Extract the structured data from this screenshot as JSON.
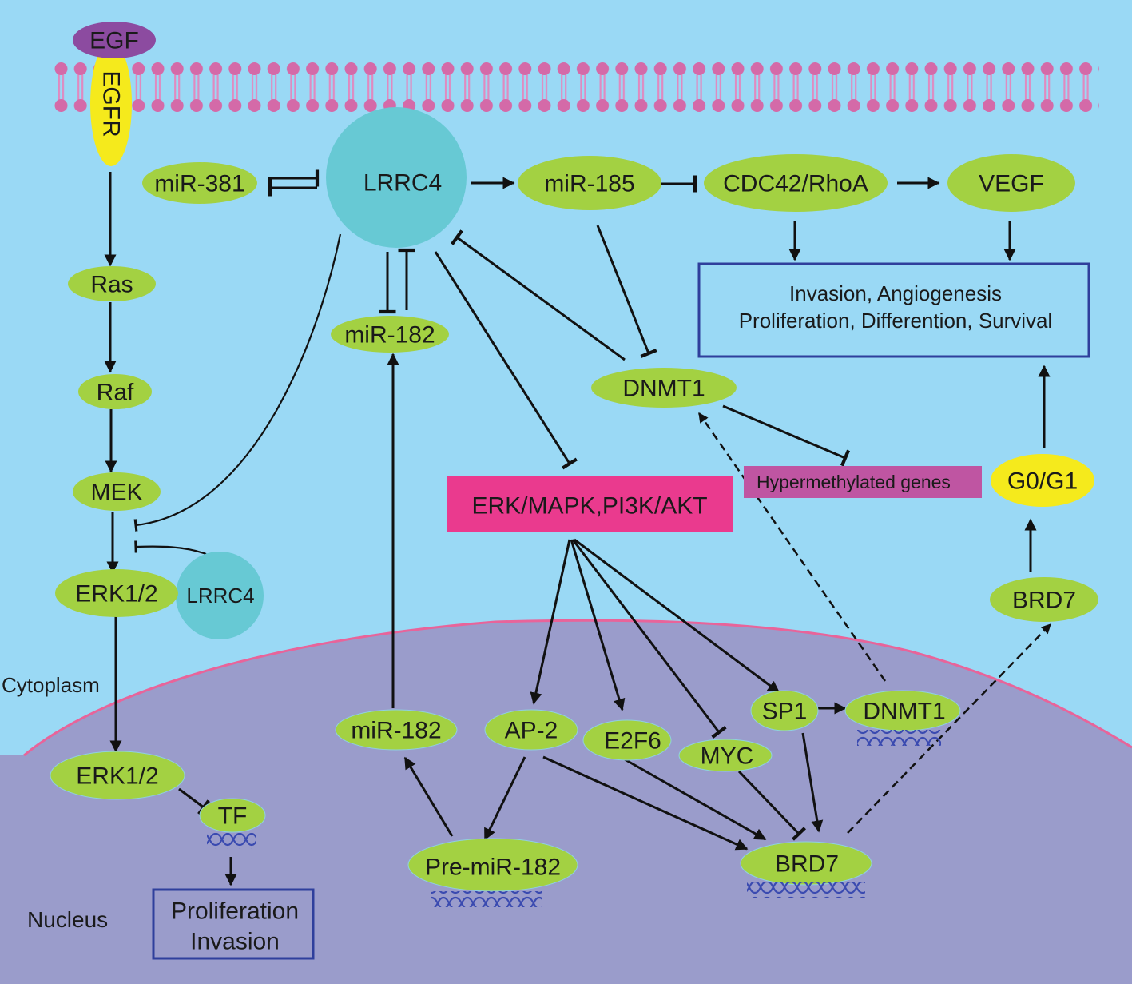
{
  "diagram": {
    "colors": {
      "cytoplasm": "#9ad9f5",
      "nucleus": "#9a9ccb",
      "nuclear_envelope": "#e8649a",
      "membrane_lipid": "#d46aa8",
      "green_node": "#a3d142",
      "teal_node": "#67c9d4",
      "egf": "#8c4ba0",
      "yellow_node": "#f5ea1c",
      "pathway_box": "#ea3a8e",
      "hyper_box": "#bf55a2",
      "outcome_border": "#2f3f9c",
      "dna": "#3a4ab0",
      "edge": "#111111"
    },
    "regions": {
      "cytoplasm": "Cytoplasm",
      "nucleus": "Nucleus"
    },
    "nodes": {
      "egf": "EGF",
      "egfr": "EGFR",
      "ras": "Ras",
      "raf": "Raf",
      "mek": "MEK",
      "erk_cyto": "ERK1/2",
      "lrrc4_small": "LRRC4",
      "erk_nuc": "ERK1/2",
      "tf": "TF",
      "mir381": "miR-381",
      "lrrc4_main": "LRRC4",
      "mir185": "miR-185",
      "cdc42": "CDC42/RhoA",
      "vegf": "VEGF",
      "mir182_cyto": "miR-182",
      "dnmt1_cyto": "DNMT1",
      "erk_mapk": "ERK/MAPK,PI3K/AKT",
      "hyper": "Hypermethylated genes",
      "g0g1": "G0/G1",
      "brd7_cyto": "BRD7",
      "mir182_nuc": "miR-182",
      "ap2": "AP-2",
      "e2f6": "E2F6",
      "myc": "MYC",
      "sp1": "SP1",
      "dnmt1_nuc": "DNMT1",
      "premir182": "Pre-miR-182",
      "brd7_nuc": "BRD7"
    },
    "outcomes": {
      "top": [
        "Invasion, Angiogenesis",
        "Proliferation, Differention, Survival"
      ],
      "bottom": [
        "Proliferation",
        "Invasion"
      ]
    },
    "edges": [
      {
        "from": "EGFR",
        "to": "Ras",
        "type": "activation"
      },
      {
        "from": "Ras",
        "to": "Raf",
        "type": "activation"
      },
      {
        "from": "Raf",
        "to": "MEK",
        "type": "activation"
      },
      {
        "from": "MEK",
        "to": "ERK1/2",
        "type": "activation"
      },
      {
        "from": "LRRC4 (main)",
        "to": "MEK→ERK1/2",
        "type": "inhibition"
      },
      {
        "from": "LRRC4 (small)",
        "to": "MEK→ERK1/2",
        "type": "inhibition"
      },
      {
        "from": "ERK1/2 (cytoplasm)",
        "to": "ERK1/2 (nucleus)",
        "type": "activation"
      },
      {
        "from": "ERK1/2 (nucleus)",
        "to": "TF",
        "type": "inhibition"
      },
      {
        "from": "TF",
        "to": "Proliferation Invasion",
        "type": "activation"
      },
      {
        "from": "miR-381",
        "to": "LRRC4",
        "type": "inhibition"
      },
      {
        "from": "LRRC4",
        "to": "miR-381",
        "type": "inhibition"
      },
      {
        "from": "LRRC4",
        "to": "miR-185",
        "type": "activation"
      },
      {
        "from": "miR-185",
        "to": "CDC42/RhoA",
        "type": "inhibition"
      },
      {
        "from": "CDC42/RhoA",
        "to": "VEGF",
        "type": "activation"
      },
      {
        "from": "CDC42/RhoA",
        "to": "Invasion box",
        "type": "activation"
      },
      {
        "from": "VEGF",
        "to": "Invasion box",
        "type": "activation"
      },
      {
        "from": "LRRC4",
        "to": "miR-182",
        "type": "inhibition"
      },
      {
        "from": "miR-182",
        "to": "LRRC4",
        "type": "inhibition"
      },
      {
        "from": "LRRC4",
        "to": "ERK/MAPK,PI3K/AKT",
        "type": "inhibition"
      },
      {
        "from": "DNMT1",
        "to": "LRRC4",
        "type": "inhibition"
      },
      {
        "from": "miR-185",
        "to": "DNMT1",
        "type": "inhibition"
      },
      {
        "from": "DNMT1",
        "to": "Hypermethylated genes",
        "type": "inhibition"
      },
      {
        "from": "ERK/MAPK,PI3K/AKT",
        "to": "AP-2",
        "type": "activation"
      },
      {
        "from": "ERK/MAPK,PI3K/AKT",
        "to": "E2F6",
        "type": "activation"
      },
      {
        "from": "ERK/MAPK,PI3K/AKT",
        "to": "MYC",
        "type": "inhibition"
      },
      {
        "from": "ERK/MAPK,PI3K/AKT",
        "to": "SP1",
        "type": "activation"
      },
      {
        "from": "SP1",
        "to": "DNMT1 (nucleus)",
        "type": "activation"
      },
      {
        "from": "DNMT1 (nucleus)",
        "to": "DNMT1",
        "type": "dashed-activation"
      },
      {
        "from": "SP1",
        "to": "BRD7 (nucleus)",
        "type": "activation"
      },
      {
        "from": "MYC",
        "to": "BRD7 (nucleus)",
        "type": "inhibition"
      },
      {
        "from": "E2F6",
        "to": "BRD7 (nucleus)",
        "type": "activation"
      },
      {
        "from": "AP-2",
        "to": "BRD7 (nucleus)",
        "type": "activation"
      },
      {
        "from": "AP-2",
        "to": "Pre-miR-182",
        "type": "activation"
      },
      {
        "from": "Pre-miR-182",
        "to": "miR-182 (nucleus)",
        "type": "activation"
      },
      {
        "from": "miR-182 (nucleus)",
        "to": "miR-182",
        "type": "activation"
      },
      {
        "from": "BRD7 (nucleus)",
        "to": "BRD7",
        "type": "dashed-activation"
      },
      {
        "from": "BRD7",
        "to": "G0/G1",
        "type": "activation"
      },
      {
        "from": "G0/G1",
        "to": "Invasion box",
        "type": "activation"
      }
    ]
  }
}
